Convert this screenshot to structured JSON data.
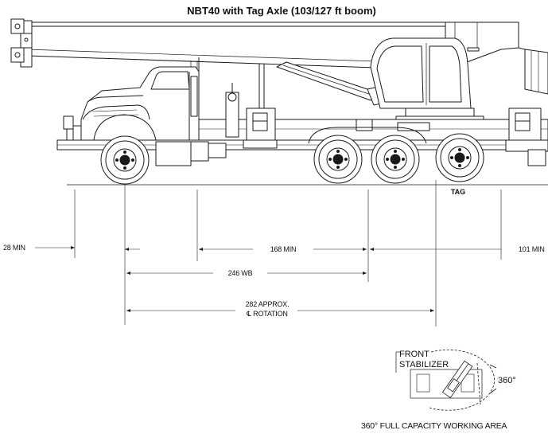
{
  "title": "NBT40 with Tag Axle (103/127 ft boom)",
  "labels": {
    "tag": "TAG",
    "front_overhang": "28 MIN",
    "mid_span": "168 MIN",
    "rear_overhang": "101 MIN",
    "wheelbase": "246 WB",
    "rotation_line1": "282 APPROX.",
    "rotation_line2": "℄ ROTATION",
    "stabilizer_line1": "FRONT",
    "stabilizer_line2": "STABILIZER",
    "swing_angle": "360°",
    "working_area": "360° FULL CAPACITY WORKING AREA"
  }
}
